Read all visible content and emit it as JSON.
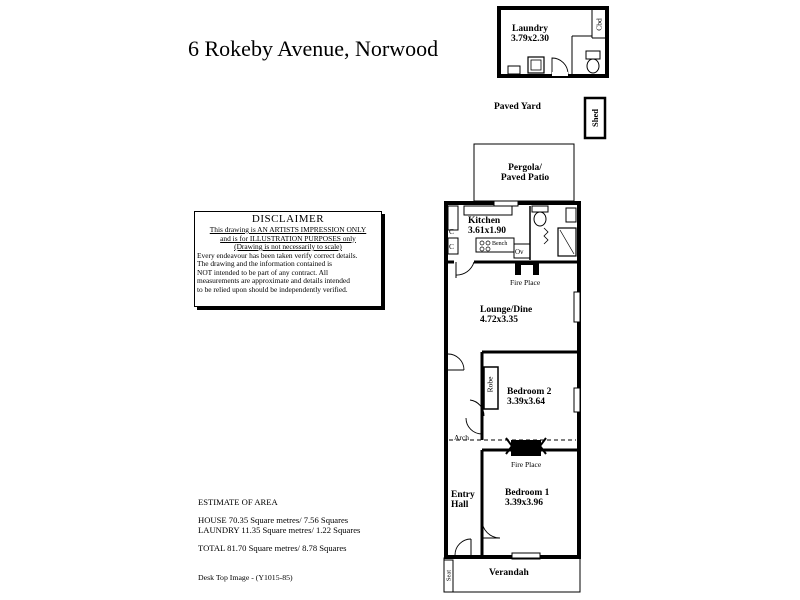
{
  "title": "6 Rokeby Avenue, Norwood",
  "disclaimer": {
    "heading": "DISCLAIMER",
    "line1": "This drawing is AN ARTISTS IMPRESSION ONLY",
    "line2": "and is for ILLUSTRATION PURPOSES only",
    "line3": "(Drawing is not necessarily to scale)",
    "line4": "Every endeavour has been taken verify correct details.",
    "line5": "The drawing and the information contained is",
    "line6": "NOT intended to be part of any contract.  All",
    "line7": "measurements are approximate and details intended",
    "line8": "to be relied upon should be independently verified."
  },
  "estimate": {
    "heading": "ESTIMATE OF AREA",
    "house": "HOUSE   70.35 Square metres/  7.56 Squares",
    "laundry": "LAUNDRY  11.35 Square metres/  1.22 Squares",
    "total": "TOTAL  81.70 Square metres/  8.78 Squares"
  },
  "footnote": "Desk Top Image - (Y1015-85)",
  "rooms": {
    "laundry": {
      "name": "Laundry",
      "dims": "3.79x2.30"
    },
    "cbd": "Cbd",
    "paved_yard": "Paved Yard",
    "shed": "Shed",
    "pergola_line1": "Pergola/",
    "pergola_line2": "Paved Patio",
    "kitchen": {
      "name": "Kitchen",
      "dims": "3.61x1.90"
    },
    "bench": "Bench",
    "ov": "Ov",
    "c1": "C",
    "c2": "C",
    "fire_place_1": "Fire Place",
    "lounge": {
      "name": "Lounge/Dine",
      "dims": "4.72x3.35"
    },
    "robe": "Robe",
    "bedroom2": {
      "name": "Bedroom 2",
      "dims": "3.39x3.64"
    },
    "arch": "Arch",
    "fire_place_2": "Fire Place",
    "entry_line1": "Entry",
    "entry_line2": "Hall",
    "bedroom1": {
      "name": "Bedroom 1",
      "dims": "3.39x3.96"
    },
    "seat": "Seat",
    "verandah": "Verandah"
  }
}
